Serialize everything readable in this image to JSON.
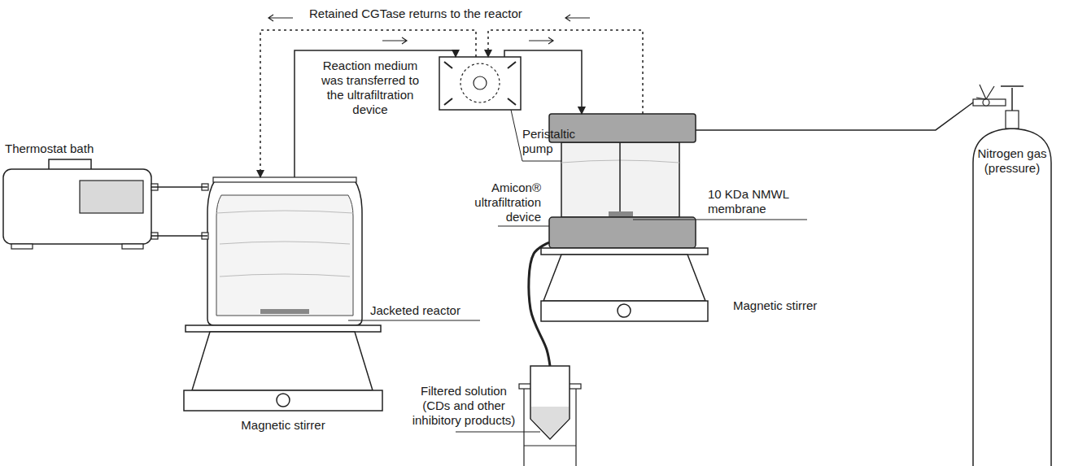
{
  "diagram": {
    "nodes": [
      {
        "text": [
          "Thermostat bath"
        ]
      },
      {
        "text": [
          "Jacketed reactor"
        ]
      },
      {
        "text": [
          "Peristaltic pump"
        ]
      },
      {
        "text": [
          "Amicon® ultrafiltration device"
        ]
      },
      {
        "text": [
          "Nitrogen gas (pressure)"
        ]
      },
      {
        "text": [
          "Magnetic stirrer"
        ]
      },
      {
        "text": [
          "Filtered solution (CDs and other inhibitory products)"
        ]
      },
      {
        "text": [
          "Magnetic stirrer"
        ]
      }
    ],
    "edges": [
      {
        "from": 1,
        "to": 2,
        "arrow": "to"
      },
      {
        "from": 2,
        "to": 3,
        "arrow": "to"
      },
      {
        "from": 3,
        "to": 2,
        "arrow": "to"
      },
      {
        "from": 2,
        "to": 1,
        "arrow": "to"
      },
      {
        "from": 0,
        "to": 1,
        "arrow": "none"
      },
      {
        "from": 0,
        "to": 1,
        "arrow": "none"
      },
      {
        "from": 4,
        "to": 3,
        "arrow": "none"
      },
      {
        "from": 3,
        "to": 6,
        "arrow": "none"
      }
    ],
    "labels": [
      "Retained CGTase returns to the reactor",
      "Reaction medium was transferred to the ultrafiltration device",
      "10 KDa NMWL membrane"
    ]
  }
}
